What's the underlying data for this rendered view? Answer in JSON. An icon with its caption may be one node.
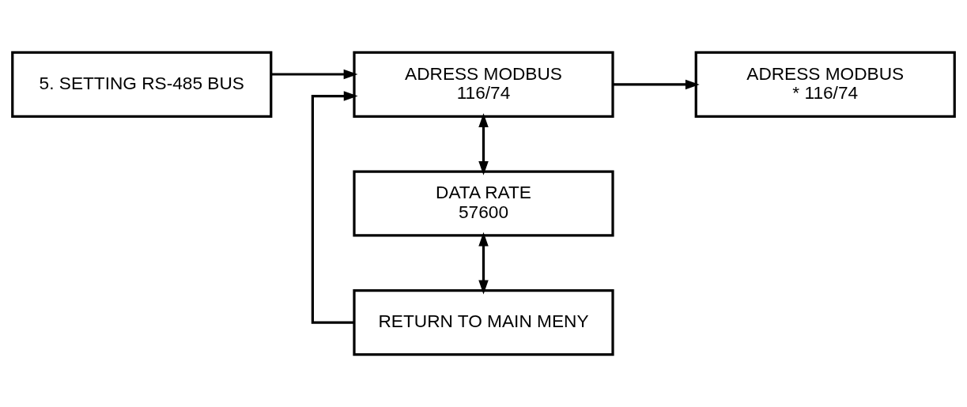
{
  "diagram": {
    "nodes": [
      {
        "text": [
          "5. SETTING RS-485 BUS"
        ]
      },
      {
        "text": [
          "ADRESS MODBUS",
          "116/74"
        ]
      },
      {
        "text": [
          "DATA RATE",
          "57600"
        ]
      },
      {
        "text": [
          "RETURN TO MAIN MENY"
        ]
      },
      {
        "text": [
          "ADRESS MODBUS",
          "* 116/74"
        ]
      }
    ],
    "edges": [
      {
        "from": 0,
        "to": 1,
        "arrow": "to"
      },
      {
        "from": 1,
        "to": 2,
        "arrow": "both"
      },
      {
        "from": 2,
        "to": 3,
        "arrow": "both"
      },
      {
        "from": 3,
        "to": 1,
        "arrow": "to"
      },
      {
        "from": 1,
        "to": 4,
        "arrow": "to"
      }
    ]
  }
}
